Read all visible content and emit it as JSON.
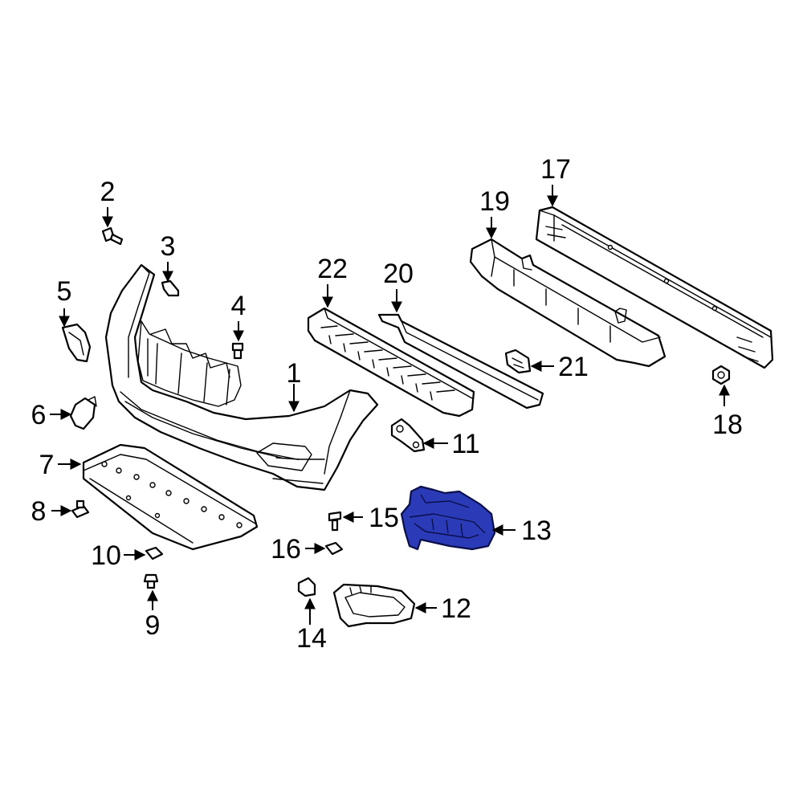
{
  "diagram": {
    "highlight_color": "#2b3bb8",
    "callouts": [
      {
        "id": "1",
        "text": "1"
      },
      {
        "id": "2",
        "text": "2"
      },
      {
        "id": "3",
        "text": "3"
      },
      {
        "id": "4",
        "text": "4"
      },
      {
        "id": "5",
        "text": "5"
      },
      {
        "id": "6",
        "text": "6"
      },
      {
        "id": "7",
        "text": "7"
      },
      {
        "id": "8",
        "text": "8"
      },
      {
        "id": "9",
        "text": "9"
      },
      {
        "id": "10",
        "text": "10"
      },
      {
        "id": "11",
        "text": "11"
      },
      {
        "id": "12",
        "text": "12"
      },
      {
        "id": "13",
        "text": "13"
      },
      {
        "id": "14",
        "text": "14"
      },
      {
        "id": "15",
        "text": "15"
      },
      {
        "id": "16",
        "text": "16"
      },
      {
        "id": "17",
        "text": "17"
      },
      {
        "id": "18",
        "text": "18"
      },
      {
        "id": "19",
        "text": "19"
      },
      {
        "id": "20",
        "text": "20"
      },
      {
        "id": "21",
        "text": "21"
      },
      {
        "id": "22",
        "text": "22"
      }
    ]
  }
}
